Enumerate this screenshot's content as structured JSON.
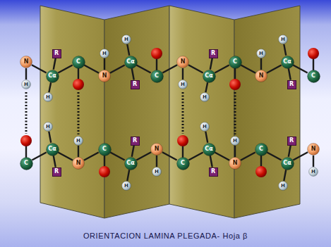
{
  "diagram": {
    "caption": "ORIENTACION LAMINA PLEGADA- Hoja β",
    "nodes": [
      {
        "text": [
          "N"
        ]
      },
      {
        "text": [
          "H"
        ]
      },
      {
        "text": [
          "Cα"
        ]
      },
      {
        "text": [
          "R"
        ]
      },
      {
        "text": [
          "H"
        ]
      },
      {
        "text": [
          "C"
        ]
      },
      {
        "text": [
          "N"
        ]
      },
      {
        "text": [
          "H"
        ]
      },
      {
        "text": [
          "Cα"
        ]
      },
      {
        "text": [
          "R"
        ]
      },
      {
        "text": [
          "H"
        ]
      },
      {
        "text": [
          "C"
        ]
      },
      {
        "text": [
          "N"
        ]
      },
      {
        "text": [
          "H"
        ]
      },
      {
        "text": [
          "Cα"
        ]
      },
      {
        "text": [
          "R"
        ]
      },
      {
        "text": [
          "H"
        ]
      },
      {
        "text": [
          "C"
        ]
      },
      {
        "text": [
          "N"
        ]
      },
      {
        "text": [
          "H"
        ]
      },
      {
        "text": [
          "Cα"
        ]
      },
      {
        "text": [
          "R"
        ]
      },
      {
        "text": [
          "H"
        ]
      },
      {
        "text": [
          "C"
        ]
      },
      {
        "text": [
          "C"
        ]
      },
      {
        "text": [
          "Cα"
        ]
      },
      {
        "text": [
          "H"
        ]
      },
      {
        "text": [
          "R"
        ]
      },
      {
        "text": [
          "N"
        ]
      },
      {
        "text": [
          "H"
        ]
      },
      {
        "text": [
          "C"
        ]
      },
      {
        "text": [
          "Cα"
        ]
      },
      {
        "text": [
          "R"
        ]
      },
      {
        "text": [
          "H"
        ]
      },
      {
        "text": [
          "N"
        ]
      },
      {
        "text": [
          "H"
        ]
      },
      {
        "text": [
          "C"
        ]
      },
      {
        "text": [
          "Cα"
        ]
      },
      {
        "text": [
          "H"
        ]
      },
      {
        "text": [
          "R"
        ]
      },
      {
        "text": [
          "N"
        ]
      },
      {
        "text": [
          "H"
        ]
      },
      {
        "text": [
          "C"
        ]
      },
      {
        "text": [
          "Cα"
        ]
      },
      {
        "text": [
          "R"
        ]
      },
      {
        "text": [
          "H"
        ]
      },
      {
        "text": [
          "N"
        ]
      },
      {
        "text": [
          "H"
        ]
      }
    ],
    "edges": [
      {
        "from": 0,
        "to": 2,
        "arrow": "none"
      },
      {
        "from": 2,
        "to": 5,
        "arrow": "none"
      },
      {
        "from": 5,
        "to": 6,
        "arrow": "none"
      },
      {
        "from": 6,
        "to": 8,
        "arrow": "none"
      },
      {
        "from": 8,
        "to": 11,
        "arrow": "none"
      },
      {
        "from": 11,
        "to": 12,
        "arrow": "none"
      },
      {
        "from": 12,
        "to": 14,
        "arrow": "none"
      },
      {
        "from": 14,
        "to": 17,
        "arrow": "none"
      },
      {
        "from": 17,
        "to": 18,
        "arrow": "none"
      },
      {
        "from": 18,
        "to": 20,
        "arrow": "none"
      },
      {
        "from": 20,
        "to": 23,
        "arrow": "none"
      },
      {
        "from": 0,
        "to": 1,
        "arrow": "none"
      },
      {
        "from": 2,
        "to": 3,
        "arrow": "none"
      },
      {
        "from": 2,
        "to": 4,
        "arrow": "none"
      },
      {
        "from": 6,
        "to": 7,
        "arrow": "none"
      },
      {
        "from": 8,
        "to": 9,
        "arrow": "none"
      },
      {
        "from": 8,
        "to": 10,
        "arrow": "none"
      },
      {
        "from": 12,
        "to": 13,
        "arrow": "none"
      },
      {
        "from": 14,
        "to": 15,
        "arrow": "none"
      },
      {
        "from": 14,
        "to": 16,
        "arrow": "none"
      },
      {
        "from": 18,
        "to": 19,
        "arrow": "none"
      },
      {
        "from": 20,
        "to": 21,
        "arrow": "none"
      },
      {
        "from": 20,
        "to": 22,
        "arrow": "none"
      },
      {
        "from": 24,
        "to": 25,
        "arrow": "none"
      },
      {
        "from": 25,
        "to": 28,
        "arrow": "none"
      },
      {
        "from": 28,
        "to": 30,
        "arrow": "none"
      },
      {
        "from": 30,
        "to": 31,
        "arrow": "none"
      },
      {
        "from": 31,
        "to": 34,
        "arrow": "none"
      },
      {
        "from": 34,
        "to": 36,
        "arrow": "none"
      },
      {
        "from": 36,
        "to": 37,
        "arrow": "none"
      },
      {
        "from": 37,
        "to": 40,
        "arrow": "none"
      },
      {
        "from": 40,
        "to": 42,
        "arrow": "none"
      },
      {
        "from": 42,
        "to": 43,
        "arrow": "none"
      },
      {
        "from": 43,
        "to": 46,
        "arrow": "none"
      },
      {
        "from": 25,
        "to": 26,
        "arrow": "none"
      },
      {
        "from": 25,
        "to": 27,
        "arrow": "none"
      },
      {
        "from": 28,
        "to": 29,
        "arrow": "none"
      },
      {
        "from": 31,
        "to": 32,
        "arrow": "none"
      },
      {
        "from": 31,
        "to": 33,
        "arrow": "none"
      },
      {
        "from": 34,
        "to": 35,
        "arrow": "none"
      },
      {
        "from": 37,
        "to": 38,
        "arrow": "none"
      },
      {
        "from": 37,
        "to": 39,
        "arrow": "none"
      },
      {
        "from": 40,
        "to": 41,
        "arrow": "none"
      },
      {
        "from": 43,
        "to": 44,
        "arrow": "none"
      },
      {
        "from": 43,
        "to": 45,
        "arrow": "none"
      },
      {
        "from": 46,
        "to": 47,
        "arrow": "none"
      }
    ]
  }
}
